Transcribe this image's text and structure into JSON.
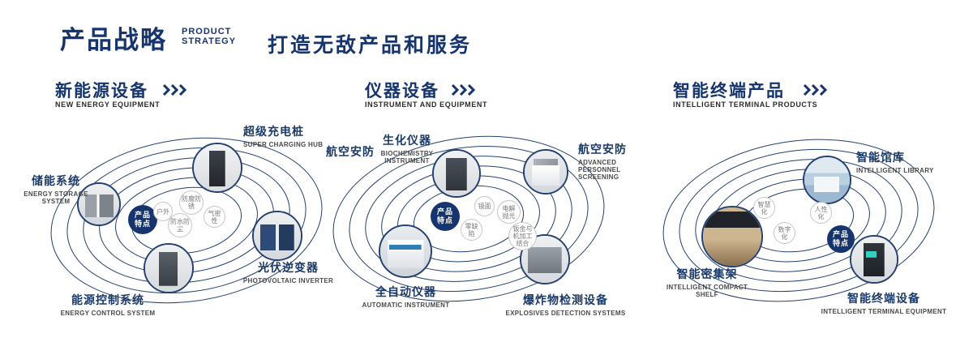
{
  "colors": {
    "primary": "#16356e"
  },
  "header": {
    "title": "产品战略",
    "subtitle_top": "PRODUCT",
    "subtitle_bottom": "STRATEGY",
    "slogan": "打造无敌产品和服务"
  },
  "sections": [
    {
      "title": "新能源设备",
      "subtitle": "NEW ENERGY EQUIPMENT",
      "badge": {
        "line1": "产品",
        "line2": "特点"
      },
      "features": [
        "户外",
        "防腐防锈",
        "气密性",
        "防水防尘"
      ],
      "items": [
        {
          "name": "储能系统",
          "en": "ENERGY STORAGE SYSTEM"
        },
        {
          "name": "超级充电桩",
          "en": "SUPER CHARGING HUB"
        },
        {
          "name": "光伏逆变器",
          "en": "PHOTOVOLTAIC INVERTER"
        },
        {
          "name": "能源控制系统",
          "en": "ENERGY CONTROL SYSTEM"
        }
      ]
    },
    {
      "title": "仪器设备",
      "subtitle": "INSTRUMENT AND EQUIPMENT",
      "badge": {
        "line1": "产品",
        "line2": "特点"
      },
      "side_label": "航空安防",
      "features": [
        "镜面",
        "电解抛光",
        "零缺陷",
        "钣金与机加工结合"
      ],
      "items": [
        {
          "name": "生化仪器",
          "en": "BIOCHEMISTRY INSTRUMENT"
        },
        {
          "name": "航空安防",
          "en": "ADVANCED PERSONNEL SCREENING"
        },
        {
          "name": "全自动仪器",
          "en": "AUTOMATIC INSTRUMENT"
        },
        {
          "name": "爆炸物检测设备",
          "en": "EXPLOSIVES DETECTION SYSTEMS"
        }
      ]
    },
    {
      "title": "智能终端产品",
      "subtitle": "INTELLIGENT TERMINAL PRODUCTS",
      "badge": {
        "line1": "产品",
        "line2": "特点"
      },
      "features": [
        "智慧化",
        "人性化",
        "数字化"
      ],
      "items": [
        {
          "name": "智能馆库",
          "en": "INTELLIGENT LIBRARY"
        },
        {
          "name": "智能密集架",
          "en": "INTELLIGENT COMPACT SHELF"
        },
        {
          "name": "智能终端设备",
          "en": "INTELLIGENT TERMINAL EQUIPMENT"
        }
      ]
    }
  ]
}
